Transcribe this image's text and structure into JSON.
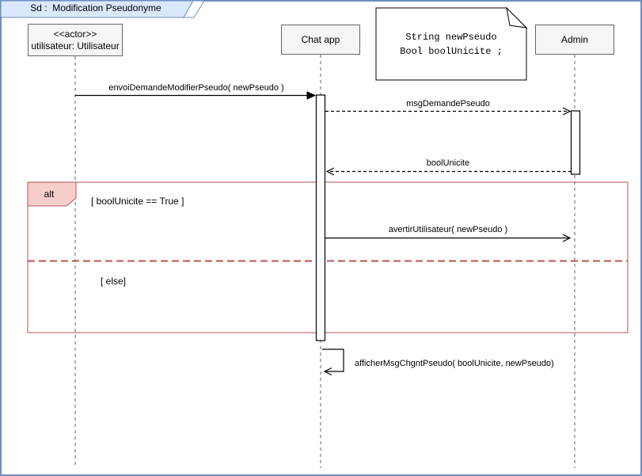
{
  "title": {
    "label": "Sd :  Modification Pseudonyme"
  },
  "participants": [
    {
      "stereotype": "<<actor>>",
      "name": "utilisateur: Utilisateur"
    },
    {
      "name": "Chat app"
    },
    {
      "name": "Admin"
    }
  ],
  "note": {
    "lines": [
      "String newPseudo",
      "Bool boolUnicite ;"
    ]
  },
  "messages": [
    {
      "label": "envoiDemandeModifierPseudo( newPseudo )",
      "from": "utilisateur",
      "to": "chat-app",
      "kind": "sync-solid-filled-arrow"
    },
    {
      "label": "msgDemandePseudo",
      "from": "chat-app",
      "to": "admin",
      "kind": "dashed-open-arrow"
    },
    {
      "label": "boolUnicite",
      "from": "admin",
      "to": "chat-app",
      "kind": "dashed-open-arrow-return"
    },
    {
      "label": "avertirUtilisateur( newPseudo )",
      "from": "chat-app",
      "to": "admin",
      "kind": "solid-open-arrow"
    },
    {
      "label": "afficherMsgChgntPseudo( boolUnicite, newPseudo)",
      "from": "chat-app",
      "to": "chat-app",
      "kind": "self-message"
    }
  ],
  "alt_frame": {
    "operator": "alt",
    "guards": [
      "[ boolUnicite == True ]",
      "[ else]"
    ]
  },
  "colors": {
    "frame_blue_border": "#6c8ebf",
    "frame_blue_fill": "#dae8fc",
    "alt_red_border": "#b85450",
    "alt_red_fill": "#f8cecc",
    "participant_fill": "#f5f5f5",
    "participant_border": "#666666"
  }
}
